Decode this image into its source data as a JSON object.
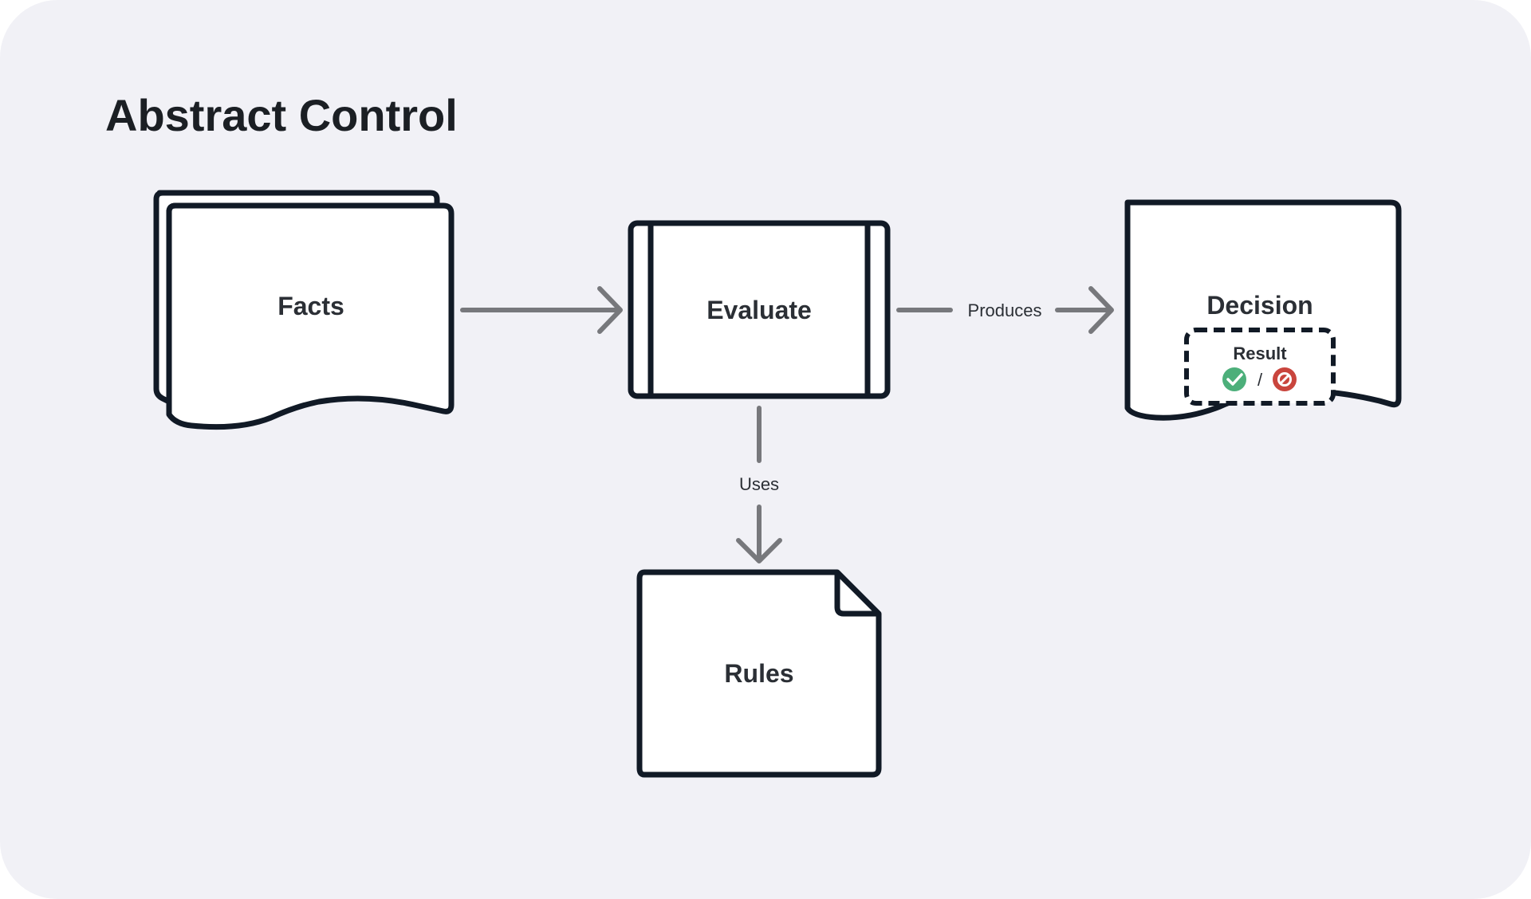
{
  "title": "Abstract Control",
  "colors": {
    "background": "#f1f1f6",
    "stroke": "#111a26",
    "edge": "#77787c",
    "fill": "#ffffff",
    "success": "#4caf7a",
    "deny": "#c9453d"
  },
  "nodes": {
    "facts": {
      "label": "Facts"
    },
    "evaluate": {
      "label": "Evaluate"
    },
    "decision": {
      "label": "Decision"
    },
    "rules": {
      "label": "Rules"
    }
  },
  "edges": {
    "facts_to_evaluate": {
      "label": ""
    },
    "evaluate_to_decision": {
      "label": "Produces"
    },
    "evaluate_to_rules": {
      "label": "Uses"
    }
  },
  "result": {
    "label": "Result",
    "separator": "/",
    "icons": [
      "check-circle-icon",
      "block-circle-icon"
    ]
  }
}
